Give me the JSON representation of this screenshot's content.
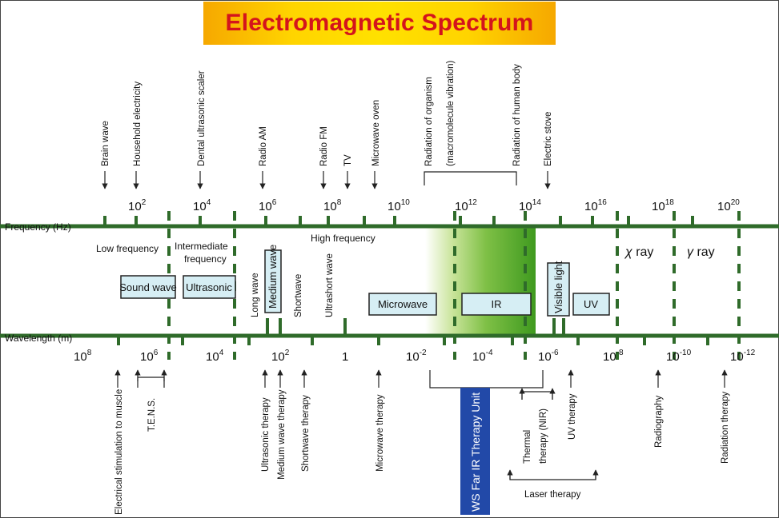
{
  "title": "Electromagnetic Spectrum",
  "axis": {
    "frequency_label": "Frequency (Hz)",
    "wavelength_label": "Wavelength (m)",
    "frequency_ticks": [
      {
        "base": "10",
        "exp": "2"
      },
      {
        "base": "10",
        "exp": "4"
      },
      {
        "base": "10",
        "exp": "6"
      },
      {
        "base": "10",
        "exp": "8"
      },
      {
        "base": "10",
        "exp": "10"
      },
      {
        "base": "10",
        "exp": "12"
      },
      {
        "base": "10",
        "exp": "14"
      },
      {
        "base": "10",
        "exp": "16"
      },
      {
        "base": "10",
        "exp": "18"
      },
      {
        "base": "10",
        "exp": "20"
      }
    ],
    "wavelength_ticks": [
      {
        "base": "10",
        "exp": "8"
      },
      {
        "base": "10",
        "exp": "6"
      },
      {
        "base": "10",
        "exp": "4"
      },
      {
        "base": "10",
        "exp": "2"
      },
      {
        "base": "1",
        "exp": ""
      },
      {
        "base": "10",
        "exp": "-2"
      },
      {
        "base": "10",
        "exp": "-4"
      },
      {
        "base": "10",
        "exp": "-6"
      },
      {
        "base": "10",
        "exp": "-8"
      },
      {
        "base": "10",
        "exp": "-10"
      },
      {
        "base": "10",
        "exp": "-12"
      }
    ]
  },
  "sources": {
    "brain_wave": "Brain wave",
    "household_electricity": "Household electricity",
    "dental_ultrasonic_scaler": "Dental ultrasonic scaler",
    "radio_am": "Radio AM",
    "radio_fm": "Radio FM",
    "tv": "TV",
    "microwave_oven": "Microwave oven",
    "radiation_of_organism": "Radiation of organism",
    "macromolecule_vibration": "(macromolecule vibration)",
    "radiation_of_human_body": "Radiation of human body",
    "electric_stove": "Electric stove"
  },
  "regions": {
    "low_frequency": "Low frequency",
    "intermediate_frequency_1": "Intermediate",
    "intermediate_frequency_2": "frequency",
    "high_frequency": "High frequency",
    "x_ray_symbol": "χ",
    "x_ray": "ray",
    "gamma_ray_symbol": "γ",
    "gamma_ray": "ray"
  },
  "bands": {
    "sound_wave": "Sound wave",
    "ultrasonic": "Ultrasonic",
    "long_wave": "Long wave",
    "medium_wave": "Medium wave",
    "shortwave": "Shortwave",
    "ultrashort_wave": "Ultrashort wave",
    "microwave": "Microwave",
    "ir": "IR",
    "visible_light": "Visible light",
    "uv": "UV"
  },
  "therapies": {
    "electrical_stimulation": "Electrical stimulation to muscle",
    "tens": "T.E.N.S.",
    "ultrasonic_therapy": "Ultrasonic therapy",
    "medium_wave_therapy": "Medium wave therapy",
    "shortwave_therapy": "Shortwave therapy",
    "microwave_therapy": "Microwave therapy",
    "ws_far_ir": "WS Far IR Therapy Unit",
    "thermal_therapy_1": "Thermal",
    "thermal_therapy_2": "therapy (NIR)",
    "uv_therapy": "UV therapy",
    "radiography": "Radiography",
    "radiation_therapy": "Radiation therapy",
    "laser_therapy": "Laser therapy"
  },
  "colors": {
    "axis_green": "#2f6b2a",
    "ir_green": "#3f9a1f",
    "band_box_fill": "#d6eef4",
    "title_red": "#d4141c",
    "title_yellow": "#ffd400",
    "ws_blue": "#2249a8"
  }
}
